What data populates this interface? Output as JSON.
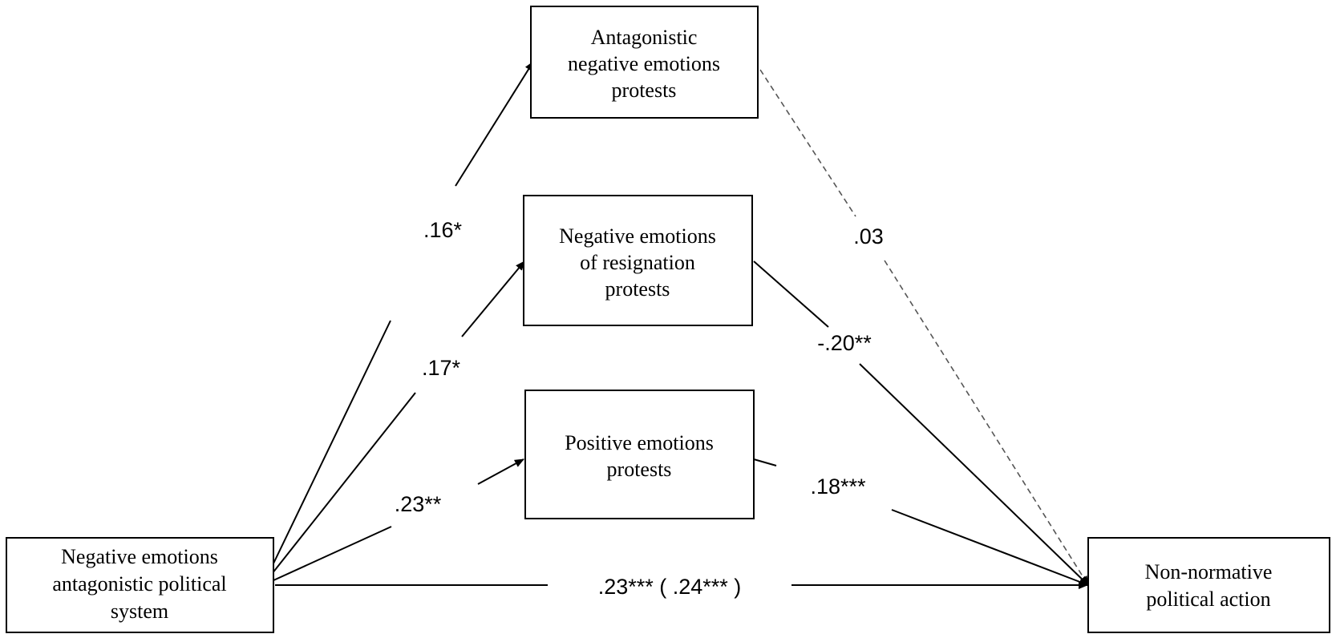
{
  "nodes": {
    "predictor": {
      "lines": [
        "Negative emotions",
        "antagonistic political",
        "system"
      ]
    },
    "antagonistic": {
      "lines": [
        "Antagonistic",
        "negative emotions",
        "protests"
      ]
    },
    "resignation": {
      "lines": [
        "Negative emotions",
        "of resignation",
        "protests"
      ]
    },
    "positive": {
      "lines": [
        "Positive emotions",
        "protests"
      ]
    },
    "outcome": {
      "lines": [
        "Non-normative",
        "political action"
      ]
    }
  },
  "paths": {
    "predictor_to_antagonistic": ".16*",
    "predictor_to_resignation": ".17*",
    "predictor_to_positive": ".23**",
    "antagonistic_to_outcome": ".03",
    "resignation_to_outcome": "-.20**",
    "positive_to_outcome": ".18***",
    "direct_effect": ".23*** ( .24*** )"
  },
  "style": {
    "line_color": "#000000",
    "dashed_line_color": "#555555"
  }
}
